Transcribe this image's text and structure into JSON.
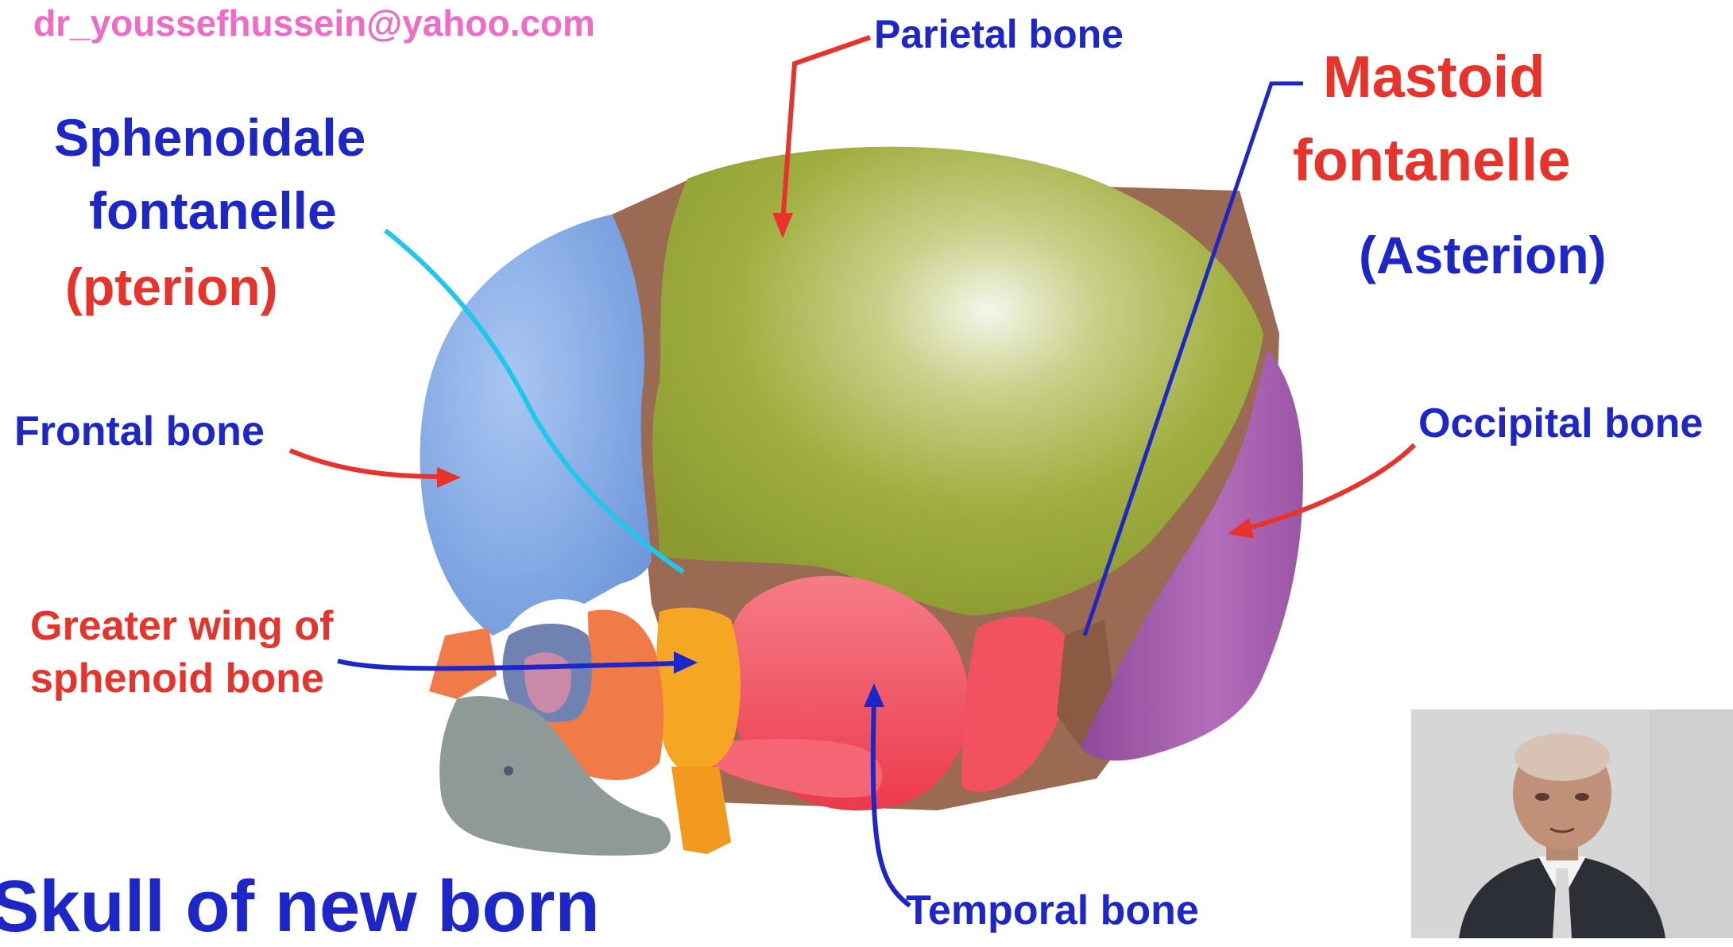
{
  "slide": {
    "email": "dr_youssefhussein@yahoo.com",
    "title": "Skull of new born"
  },
  "labels": {
    "parietal": "Parietal bone",
    "mastoid_line1": "Mastoid",
    "mastoid_line2": "fontanelle",
    "asterion": "(Asterion)",
    "sphenoidale_line1": "Sphenoidale",
    "sphenoidale_line2": "fontanelle",
    "pterion": "(pterion)",
    "frontal": "Frontal bone",
    "occipital": "Occipital bone",
    "greater_wing_line1": "Greater wing of",
    "greater_wing_line2": "sphenoid bone",
    "temporal": "Temporal bone"
  },
  "colors": {
    "email": "#f06ac8",
    "blue_text": "#1d27c9",
    "red_text": "#e8332a",
    "frontal_bone": "#7ea6e4",
    "parietal_bone": "#9aa83a",
    "occipital_bone": "#a35aa8",
    "temporal_bone": "#f0505e",
    "greater_wing": "#f5a623",
    "suture": "#9a6a52",
    "face": "#8f9a98",
    "maxilla": "#f07a48",
    "cyan_line": "#1ec8e8"
  }
}
